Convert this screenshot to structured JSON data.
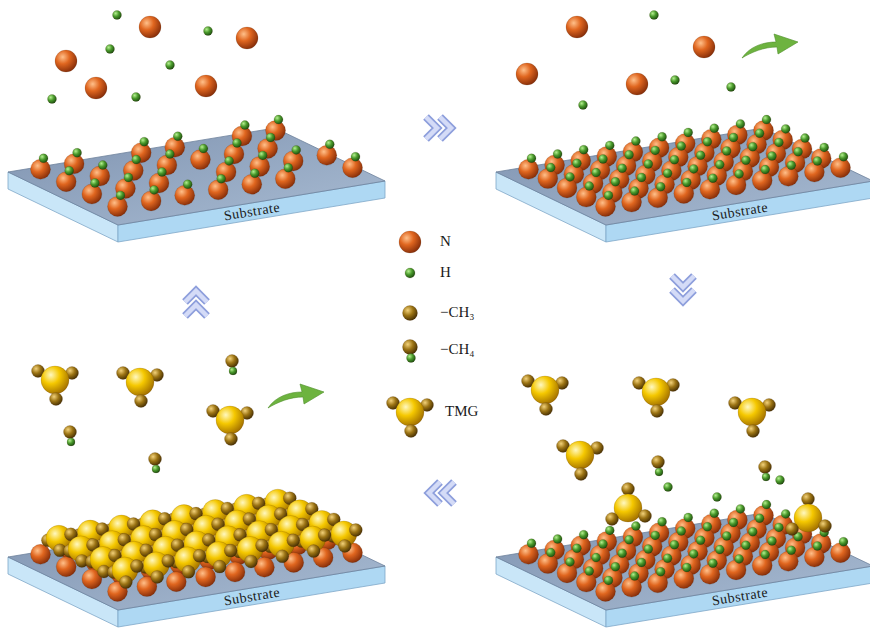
{
  "diagram": {
    "nodes": [
      {
        "text": [
          "Substrate"
        ]
      },
      {
        "text": [
          "Substrate"
        ]
      },
      {
        "text": [
          "Substrate"
        ]
      },
      {
        "text": [
          "Substrate"
        ]
      }
    ],
    "legend": [
      {
        "text": "N"
      },
      {
        "text": "H"
      },
      {
        "text": "−CH₃"
      },
      {
        "text": "−CH₄"
      },
      {
        "text": "TMG"
      }
    ]
  }
}
